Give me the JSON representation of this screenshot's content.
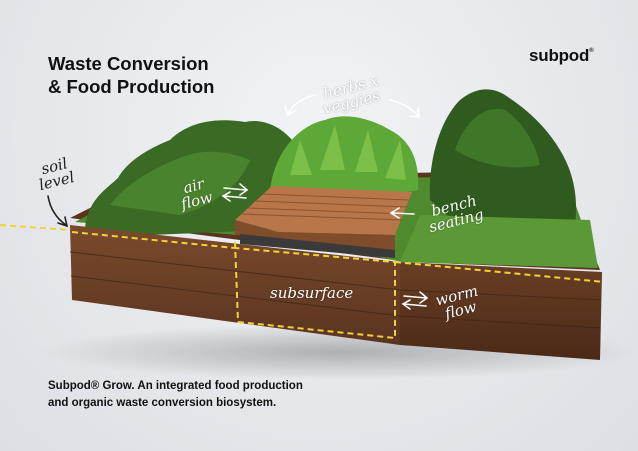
{
  "header": {
    "title_line1": "Waste Conversion",
    "title_line2": "& Food Production",
    "brand": "subpod",
    "brand_mark": "®"
  },
  "labels": {
    "soil_level_line1": "soil",
    "soil_level_line2": "level",
    "herbs_line1": "herbs x",
    "herbs_line2": "veggies",
    "air_flow_line1": "air",
    "air_flow_line2": "flow",
    "bench_line1": "bench",
    "bench_line2": "seating",
    "subsurface": "subsurface",
    "worm_flow_line1": "worm",
    "worm_flow_line2": "flow"
  },
  "caption": {
    "line1": "Subpod® Grow. An integrated food production",
    "line2": "and organic waste conversion biosystem."
  },
  "colors": {
    "background": "#e8eaee",
    "wood": "#6b3f26",
    "wood_dark": "#4a2a18",
    "foliage": "#3f6e2a",
    "foliage_light": "#6fa040",
    "dashed_line": "#f2d23a",
    "bench": "#b8764a"
  }
}
